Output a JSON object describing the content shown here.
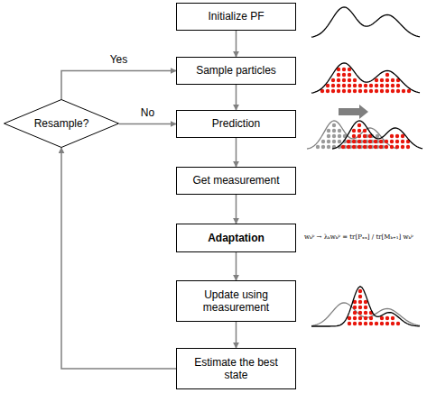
{
  "diagram": {
    "nodes": [
      {
        "text": [
          "Initialize PF"
        ]
      },
      {
        "text": [
          "Sample particles"
        ]
      },
      {
        "text": [
          "Prediction"
        ]
      },
      {
        "text": [
          "Get measurement"
        ]
      },
      {
        "text": [
          "Adaptation"
        ]
      },
      {
        "text": [
          "Update using measurement"
        ]
      },
      {
        "text": [
          "Estimate the best state"
        ]
      },
      {
        "text": [
          "Resample?"
        ]
      }
    ],
    "edges": [
      {
        "from": 0,
        "to": 1,
        "arrow": "to"
      },
      {
        "from": 1,
        "to": 2,
        "arrow": "to"
      },
      {
        "from": 2,
        "to": 3,
        "arrow": "to"
      },
      {
        "from": 3,
        "to": 4,
        "arrow": "to"
      },
      {
        "from": 4,
        "to": 5,
        "arrow": "to"
      },
      {
        "from": 5,
        "to": 6,
        "arrow": "to"
      },
      {
        "from": 6,
        "to": 7,
        "arrow": "to"
      },
      {
        "from": 7,
        "to": 1,
        "label": "Yes",
        "arrow": "to"
      },
      {
        "from": 7,
        "to": 2,
        "label": "No",
        "arrow": "to"
      }
    ],
    "labels": [
      "wₖᵖ → λₖwₖᵖ = tr[Pₓₓ] / tr[Mₖ₊₁] wₖᵖ"
    ]
  }
}
